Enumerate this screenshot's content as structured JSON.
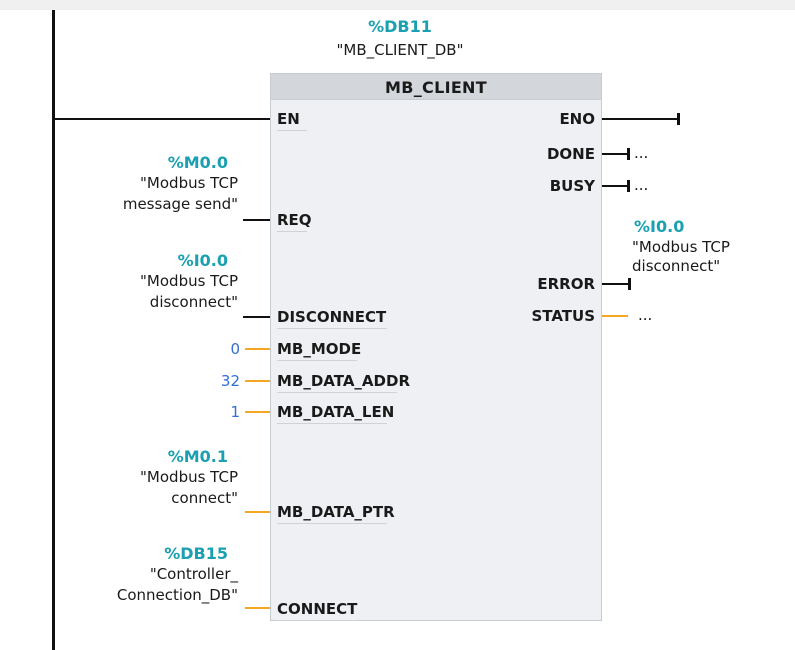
{
  "instance": {
    "db_address": "%DB11",
    "db_name": "\"MB_CLIENT_DB\""
  },
  "block": {
    "title": "MB_CLIENT"
  },
  "inputs": {
    "en": "EN",
    "req": "REQ",
    "disconnect": "DISCONNECT",
    "mb_mode": "MB_MODE",
    "mb_data_addr": "MB_DATA_ADDR",
    "mb_data_len": "MB_DATA_LEN",
    "mb_data_ptr": "MB_DATA_PTR",
    "connect": "CONNECT"
  },
  "outputs": {
    "eno": "ENO",
    "done": "DONE",
    "busy": "BUSY",
    "error": "ERROR",
    "status": "STATUS"
  },
  "operands": {
    "req": {
      "address": "%M0.0",
      "line1": "\"Modbus TCP",
      "line2": "message send\""
    },
    "disconnect": {
      "address": "%I0.0",
      "line1": "\"Modbus TCP",
      "line2": "disconnect\""
    },
    "mb_mode": {
      "value": "0"
    },
    "mb_data_addr": {
      "value": "32"
    },
    "mb_data_len": {
      "value": "1"
    },
    "mb_data_ptr": {
      "address": "%M0.1",
      "line1": "\"Modbus TCP",
      "line2": "connect\""
    },
    "connect": {
      "address": "%DB15",
      "line1": "\"Controller_",
      "line2": "Connection_DB\""
    },
    "error": {
      "address": "%I0.0",
      "line1": "\"Modbus TCP",
      "line2": "disconnect\""
    },
    "done": {
      "placeholder": "..."
    },
    "busy": {
      "placeholder": "..."
    },
    "status": {
      "placeholder": "..."
    }
  },
  "colors": {
    "address": "#1aa0b0",
    "constant": "#2f6fd6",
    "wire_bool": "#111111",
    "wire_data": "#f5a623",
    "block_fill": "#eef0f3",
    "block_header": "#d3d7dc"
  }
}
